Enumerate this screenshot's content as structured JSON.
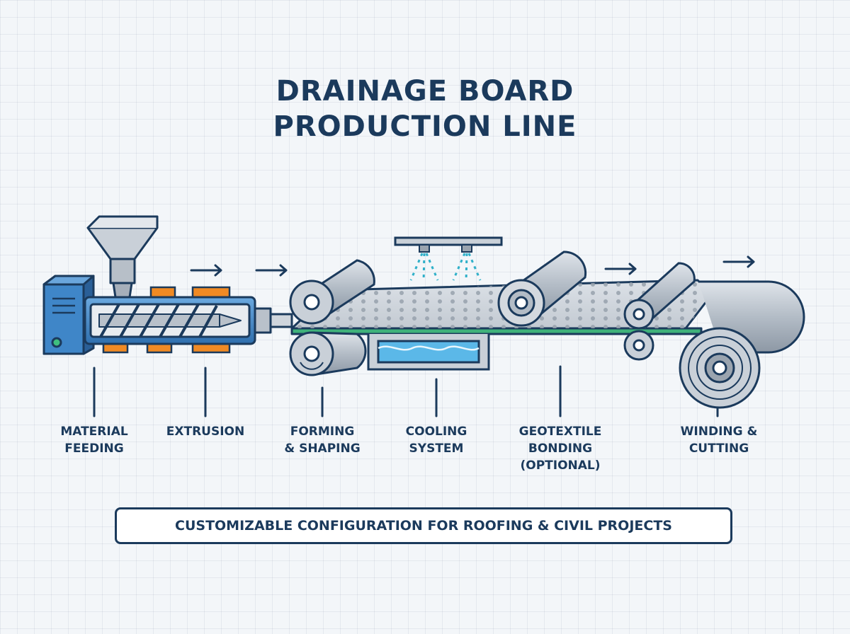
{
  "title": {
    "line1": "DRAINAGE BOARD",
    "line2": "PRODUCTION LINE"
  },
  "stages": [
    {
      "id": "material-feeding",
      "lines": [
        "MATERIAL",
        "FEEDING"
      ]
    },
    {
      "id": "extrusion",
      "lines": [
        "EXTRUSION"
      ]
    },
    {
      "id": "forming-shaping",
      "lines": [
        "FORMING",
        "& SHAPING"
      ]
    },
    {
      "id": "cooling-system",
      "lines": [
        "COOLING",
        "SYSTEM"
      ]
    },
    {
      "id": "geotextile-bonding",
      "lines": [
        "GEOTEXTILE",
        "BONDING",
        "(OPTIONAL)"
      ]
    },
    {
      "id": "winding-cutting",
      "lines": [
        "WINDING &",
        "CUTTING"
      ]
    }
  ],
  "banner": "CUSTOMIZABLE CONFIGURATION FOR ROOFING & CIVIL PROJECTS",
  "colors": {
    "navy": "#1b3a5c",
    "extruder_blue": "#3f86c8",
    "heater_orange": "#f08a24",
    "geotextile_green": "#3fb27a",
    "water_blue": "#5bb8e8",
    "steel_gray": "#b9c1ca"
  },
  "icons": [
    "hopper-icon",
    "control-panel-icon",
    "screw-barrel-icon",
    "heater-band-icon",
    "forming-roller-icon",
    "spray-nozzle-icon",
    "cooling-tank-icon",
    "geotextile-roll-icon",
    "winding-roll-icon",
    "flow-arrow-icon"
  ]
}
